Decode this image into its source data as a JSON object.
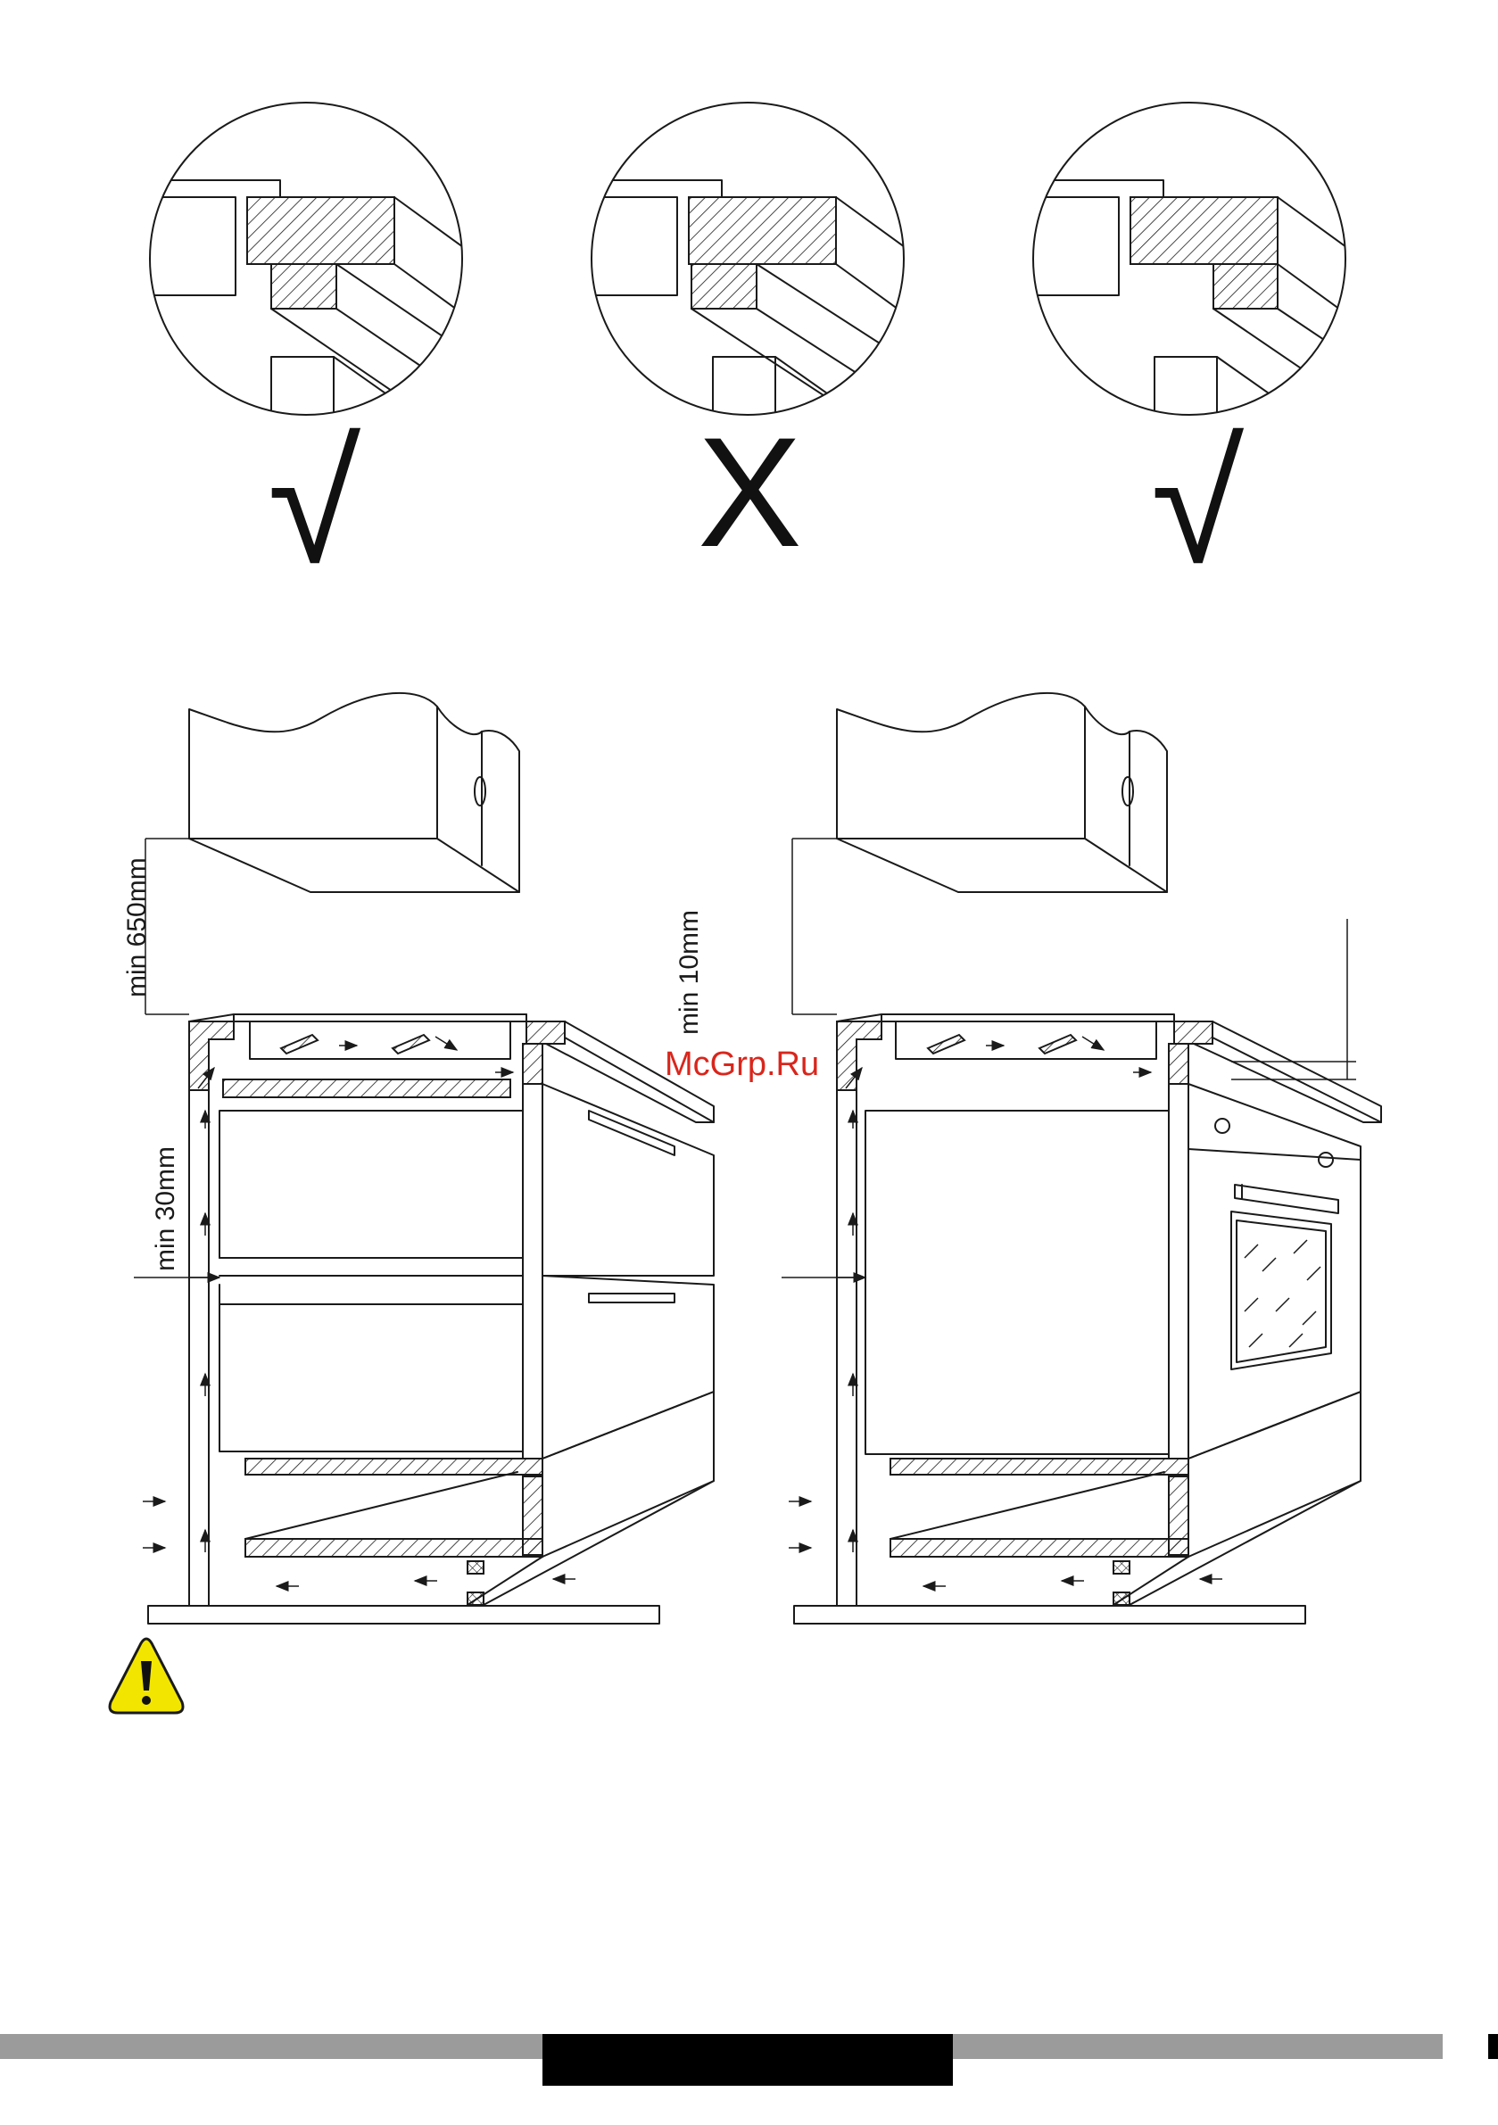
{
  "marks": {
    "left": "√",
    "middle": "X",
    "right": "√"
  },
  "dimensions": {
    "hood_clearance": "min 650mm",
    "rear_gap": "min 30mm",
    "hob_gap": "min 10mm"
  },
  "watermark": "McGrp.Ru",
  "colors": {
    "line": "#1a1a1a",
    "warning_fill": "#f2e600",
    "watermark": "#d9261c",
    "footer_gray": "#9b9b9b",
    "footer_black": "#000000"
  },
  "icons": [
    "warning-icon"
  ]
}
